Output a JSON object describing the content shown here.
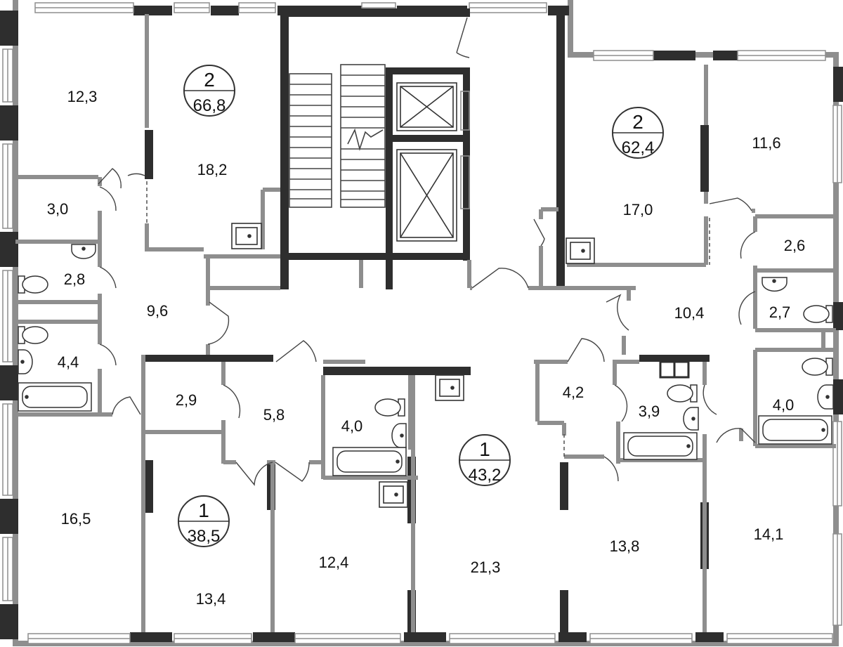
{
  "colors": {
    "background": "#ffffff",
    "thin_wall": "#8e8e8e",
    "structural_wall": "#2e2e2e",
    "window_frame": "#8e8e8e",
    "text": "#111111"
  },
  "apartments": [
    {
      "id": "apt-a",
      "rooms": "2",
      "area": "66,8"
    },
    {
      "id": "apt-b",
      "rooms": "2",
      "area": "62,4"
    },
    {
      "id": "apt-c",
      "rooms": "1",
      "area": "38,5"
    },
    {
      "id": "apt-d",
      "rooms": "1",
      "area": "43,2"
    }
  ],
  "rooms": {
    "r_12_3": "12,3",
    "r_18_2": "18,2",
    "r_3_0": "3,0",
    "r_2_8": "2,8",
    "r_9_6": "9,6",
    "r_4_4": "4,4",
    "r_16_5": "16,5",
    "r_2_9": "2,9",
    "r_5_8": "5,8",
    "r_4_0_mid": "4,0",
    "r_13_4": "13,4",
    "r_12_4": "12,4",
    "r_21_3": "21,3",
    "r_4_2": "4,2",
    "r_3_9": "3,9",
    "r_13_8": "13,8",
    "r_17_0": "17,0",
    "r_11_6": "11,6",
    "r_2_6": "2,6",
    "r_10_4": "10,4",
    "r_2_7": "2,7",
    "r_4_0_right": "4,0",
    "r_14_1": "14,1"
  }
}
